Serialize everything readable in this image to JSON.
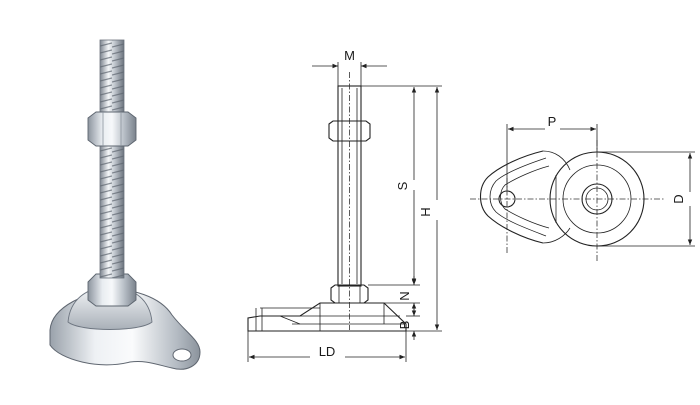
{
  "photo": {
    "alt": "levelling foot with threaded stud and bolt-down base",
    "colors": {
      "metal_light": "#f1f3f6",
      "metal_mid": "#b9c0c9",
      "metal_dark": "#6d7580"
    }
  },
  "side_view": {
    "dims": {
      "thread": "M",
      "stroke": "S",
      "height": "H",
      "nut_height": "N",
      "base_height": "B",
      "base_length": "LD"
    }
  },
  "top_view": {
    "dims": {
      "pitch": "P",
      "diameter": "D"
    }
  }
}
